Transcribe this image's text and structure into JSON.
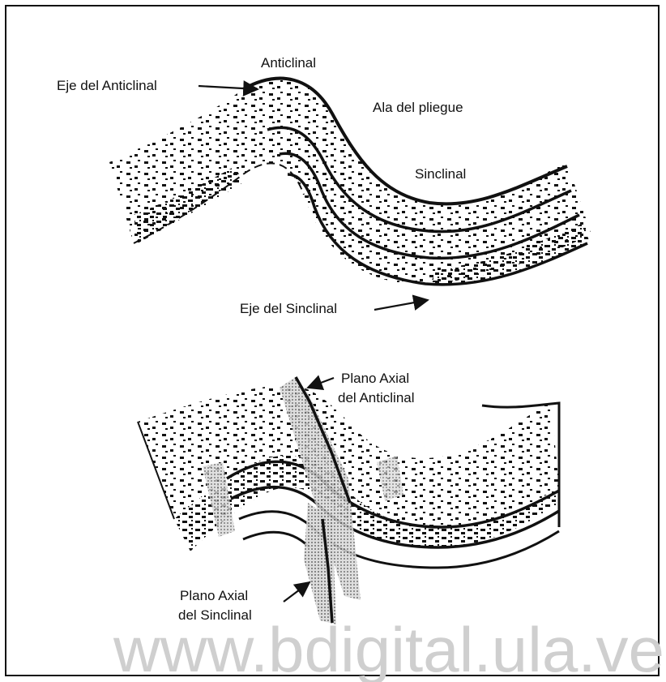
{
  "upper_diagram": {
    "labels": {
      "anticlinal": "Anticlinal",
      "eje_anticlinal": "Eje del Anticlinal",
      "ala_pliegue": "Ala del pliegue",
      "sinclinal": "Sinclinal",
      "eje_sinclinal": "Eje del Sinclinal"
    }
  },
  "lower_diagram": {
    "labels": {
      "plano_anticlinal_line1": "Plano Axial",
      "plano_anticlinal_line2": "del Anticlinal",
      "plano_sinclinal_line1": "Plano Axial",
      "plano_sinclinal_line2": "del Sinclinal"
    }
  },
  "watermark": "www.bdigital.ula.ve",
  "colors": {
    "ink": "#111111",
    "plane_shade": "#9a9a9a",
    "watermark": "#cfcfcf"
  }
}
